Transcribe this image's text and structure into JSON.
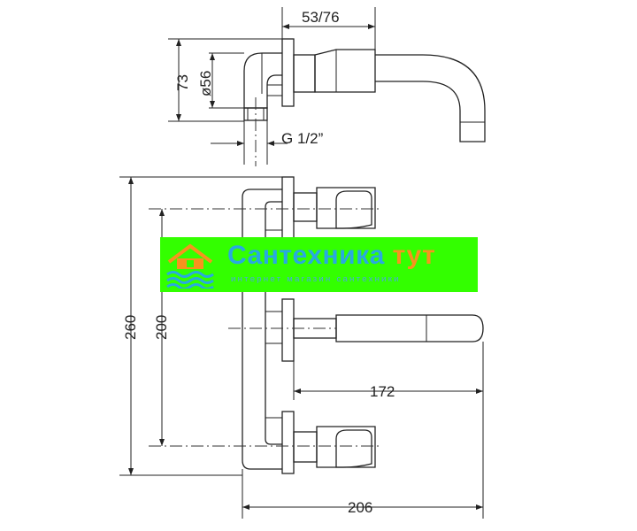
{
  "dimensions": {
    "top_width": "53/76",
    "height_73": "73",
    "diameter": "ø56",
    "thread": "G 1/2”",
    "overall_height": "260",
    "center_distance": "200",
    "spout_length": "172",
    "overall_length": "206"
  },
  "watermark": {
    "title_part1": "Сантехника",
    "title_part2": "тут",
    "subtitle": "интернет магазин сантехники"
  },
  "colors": {
    "banner_bg": "#33ff00",
    "title_blue": "#29a9e0",
    "title_orange": "#f7931e",
    "line": "#222222"
  },
  "icons": {
    "logo": "house-with-waves-icon"
  }
}
